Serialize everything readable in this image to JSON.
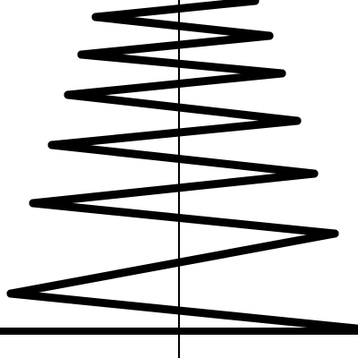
{
  "colors": {
    "background": "#ffffff",
    "line": "#000000",
    "axis": "#000000"
  },
  "chart_data": {
    "type": "line",
    "title": "",
    "xlabel": "",
    "ylabel": "",
    "grid": false,
    "legend": "none",
    "xlim": [
      -20,
      20
    ],
    "ylim": [
      -3,
      37
    ],
    "axes": {
      "x_axis_at_y": 0,
      "y_axis_at_x": 0,
      "ticks": false,
      "tick_labels": false
    },
    "series": [
      {
        "points": [
          {
            "x": 19.8,
            "y": 0.3
          },
          {
            "x": -18.8,
            "y": 4.2
          },
          {
            "x": 17.4,
            "y": 10.9
          },
          {
            "x": -16.3,
            "y": 14.3
          },
          {
            "x": 15.1,
            "y": 17.6
          },
          {
            "x": -14.2,
            "y": 20.8
          },
          {
            "x": 13.2,
            "y": 23.5
          },
          {
            "x": -12.4,
            "y": 26.4
          },
          {
            "x": 11.5,
            "y": 28.8
          },
          {
            "x": -10.9,
            "y": 30.9
          },
          {
            "x": 10.1,
            "y": 33.0
          },
          {
            "x": -9.3,
            "y": 35.1
          },
          {
            "x": 8.5,
            "y": 36.9
          }
        ]
      }
    ]
  }
}
